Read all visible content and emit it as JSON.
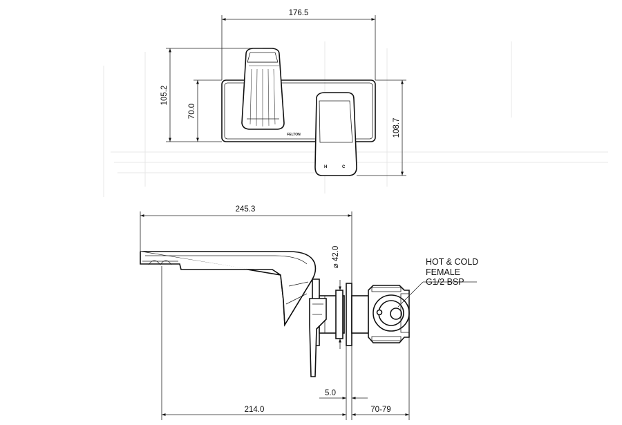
{
  "brand_mark": "FELTON",
  "handle_marks": {
    "hot": "H",
    "cold": "C"
  },
  "front_view": {
    "width_dim": "176.5",
    "overall_height_dim": "105.2",
    "plate_height_dim": "70.0",
    "handle_height_dim": "108.7"
  },
  "side_view": {
    "overall_length_dim": "245.3",
    "diameter_dim": "⌀ 42.0",
    "projection_dim": "214.0",
    "plate_thickness_dim": "5.0",
    "wall_depth_dim": "70-79"
  },
  "connection_note": [
    "HOT & COLD",
    "FEMALE",
    "G1/2 BSP"
  ]
}
